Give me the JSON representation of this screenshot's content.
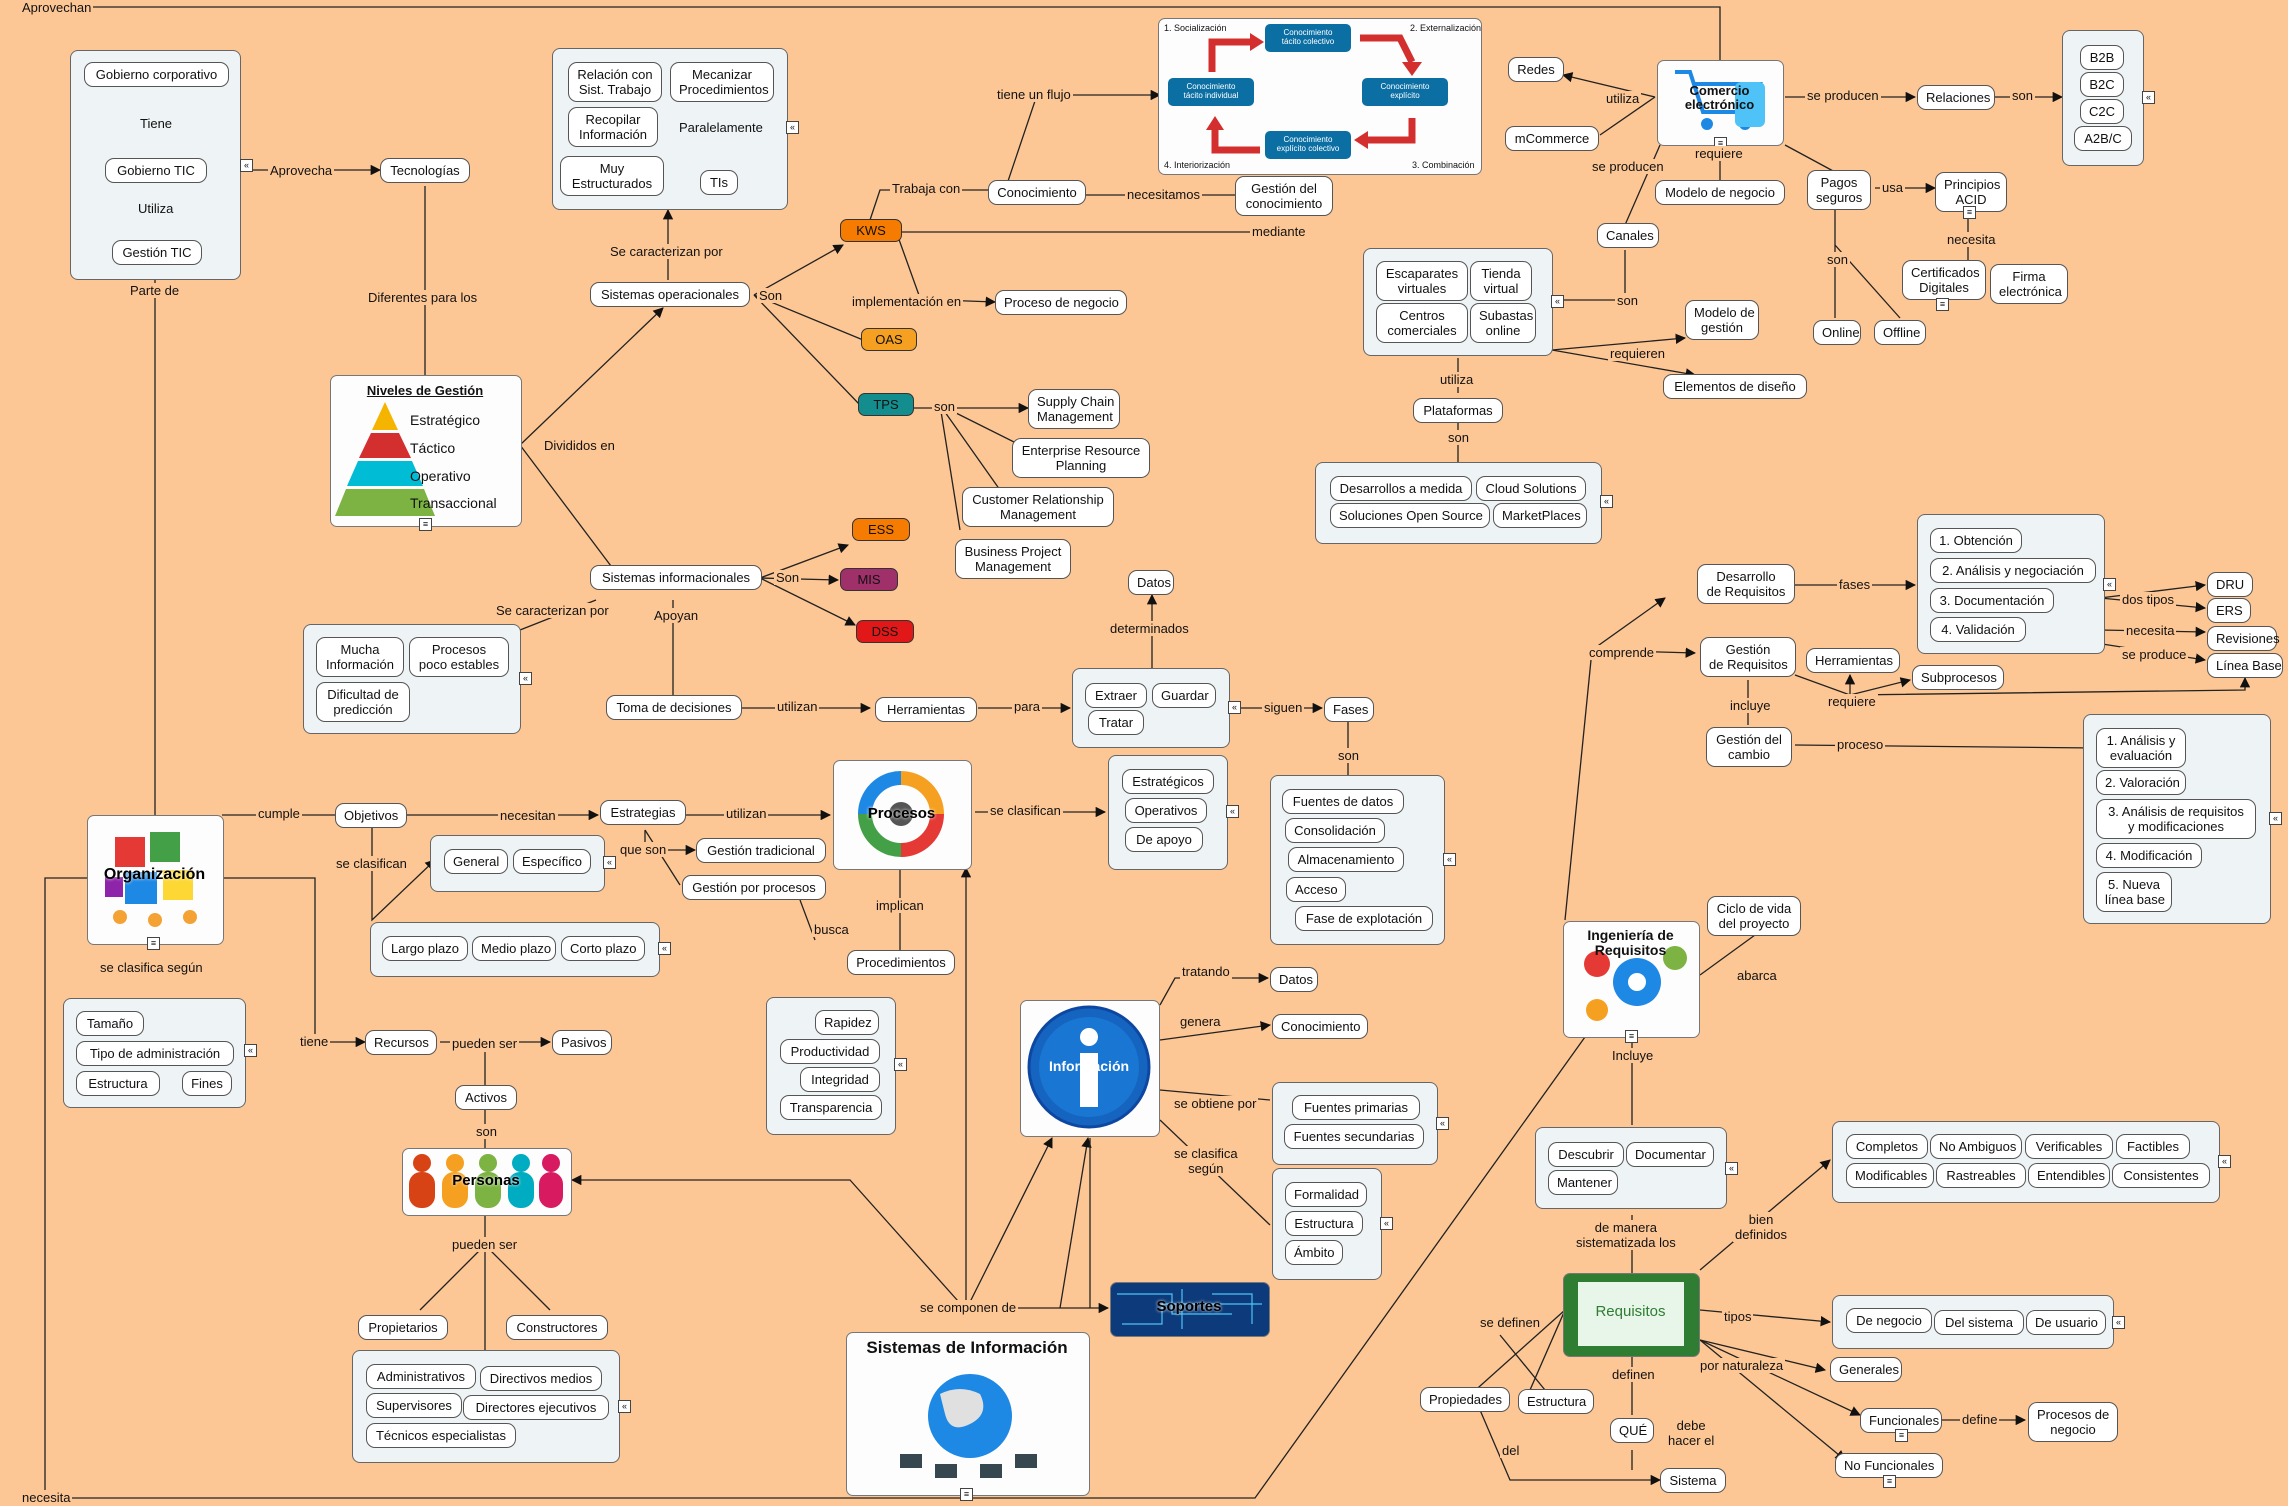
{
  "top": {
    "aprovechan": "Aprovechan",
    "necesita": "necesita"
  },
  "gobierno": {
    "corporativo": "Gobierno corporativo",
    "tiene": "Tiene",
    "tic": "Gobierno TIC",
    "utiliza": "Utiliza",
    "gestion_tic": "Gestión TIC",
    "parte_de": "Parte de",
    "aprovecha": "Aprovecha",
    "tecnologias": "Tecnologías",
    "diferentes": "Diferentes para los"
  },
  "niveles": {
    "title": "Niveles de Gestión",
    "estrategico": "Estratégico",
    "tactico": "Táctico",
    "operativo": "Operativo",
    "transaccional": "Transaccional",
    "divididos": "Divididos en"
  },
  "operacionales": {
    "label": "Sistemas operacionales",
    "caracterizan": "Se caracterizan por",
    "son": "Son",
    "items": [
      "Relación con\nSist. Trabajo",
      "Mecanizar\nProcedimientos",
      "Recopilar\nInformación",
      "Paralelamente",
      "Muy\nEstructurados",
      "TIs"
    ]
  },
  "kws": {
    "label": "KWS",
    "trabaja": "Trabaja con",
    "conocimiento": "Conocimiento",
    "flujo": "tiene un flujo",
    "necesitamos": "necesitamos",
    "gestion_con": "Gestión del\nconocimiento",
    "mediante": "mediante",
    "implementacion": "implementación en",
    "proceso_negocio": "Proceso de negocio"
  },
  "seci": {
    "s1": "1. Socialización",
    "s2": "2. Externalización",
    "s3": "3. Combinación",
    "s4": "4. Interiorización",
    "b1": "Conocimiento\ntácito colectivo",
    "b2": "Conocimiento\nexplícito",
    "b3": "Conocimiento\nexplícito colectivo",
    "b4": "Conocimiento\ntácito individual"
  },
  "oas": "OAS",
  "tps": {
    "label": "TPS",
    "son": "son",
    "items": [
      "Supply Chain\nManagement",
      "Enterprise Resource\nPlanning",
      "Customer Relationship\nManagement",
      "Business Project\nManagement"
    ]
  },
  "informacionales": {
    "label": "Sistemas informacionales",
    "son": "Son",
    "ess": "ESS",
    "mis": "MIS",
    "dss": "DSS",
    "caracterizan": "Se caracterizan por",
    "apoyan": "Apoyan",
    "items": [
      "Mucha\nInformación",
      "Procesos\npoco estables",
      "Dificultad de\npredicción"
    ]
  },
  "decisiones": {
    "label": "Toma de decisiones",
    "utilizan": "utilizan",
    "herramientas": "Herramientas",
    "para": "para",
    "datos": "Datos",
    "determinados": "determinados",
    "ops": [
      "Extraer",
      "Guardar",
      "Tratar"
    ],
    "siguen": "siguen",
    "fases": "Fases",
    "son": "son",
    "fases_items": [
      "Fuentes de datos",
      "Consolidación",
      "Almacenamiento",
      "Acceso",
      "Fase de explotación"
    ]
  },
  "organizacion": {
    "label": "Organización",
    "cumple": "cumple",
    "objetivos": "Objetivos",
    "necesitan": "necesitan",
    "estrategias": "Estrategias",
    "utilizan": "utilizan",
    "se_clasifican": "se clasifican",
    "obj_items": [
      "General",
      "Específico"
    ],
    "plazo": [
      "Largo plazo",
      "Medio plazo",
      "Corto plazo"
    ],
    "que_son": "que son",
    "gestion_trad": "Gestión tradicional",
    "gestion_proc": "Gestión por procesos",
    "clasifica_segun": "se clasifica según",
    "clasif": [
      "Tamaño",
      "Tipo de administración",
      "Estructura",
      "Fines"
    ],
    "tiene": "tiene",
    "recursos": "Recursos",
    "pueden_ser": "pueden ser",
    "pasivos": "Pasivos",
    "activos": "Activos",
    "son": "son"
  },
  "procesos": {
    "label": "Procesos",
    "se_clasifican": "se clasifican",
    "tipos": [
      "Estratégicos",
      "Operativos",
      "De apoyo"
    ],
    "implican": "implican",
    "procedimientos": "Procedimientos",
    "busca": "busca",
    "busca_items": [
      "Rapidez",
      "Productividad",
      "Integridad",
      "Transparencia"
    ]
  },
  "personas": {
    "label": "Personas",
    "pueden_ser": "pueden ser",
    "propietarios": "Propietarios",
    "constructores": "Constructores",
    "items": [
      "Administrativos",
      "Directivos medios",
      "Supervisores",
      "Directores ejecutivos",
      "Técnicos especialistas"
    ]
  },
  "info": {
    "label": "Información",
    "tratando": "tratando",
    "datos": "Datos",
    "genera": "genera",
    "conocimiento": "Conocimiento",
    "obtiene": "se obtiene por",
    "fuentes": [
      "Fuentes primarias",
      "Fuentes secundarias"
    ],
    "clasifica": "se clasifica\nsegún",
    "clasif": [
      "Formalidad",
      "Estructura",
      "Ámbito"
    ]
  },
  "si": {
    "title": "Sistemas de Información",
    "componen": "se componen de",
    "soportes": "Soportes"
  },
  "comercio": {
    "label": "Comercio\nelectrónico",
    "utiliza": "utiliza",
    "redes": "Redes",
    "mcommerce": "mCommerce",
    "producen": "se producen",
    "relaciones": "Relaciones",
    "son": "son",
    "tipos": [
      "B2B",
      "B2C",
      "C2C",
      "A2B/C"
    ],
    "requiere": "requiere",
    "modelo": "Modelo de negocio",
    "se_producen": "se producen",
    "canales": "Canales",
    "pagos": "Pagos\nseguros",
    "usa": "usa",
    "acid": "Principios\nACID",
    "necesita": "necesita",
    "certificados": "Certificados\nDigitales",
    "firma": "Firma\nelectrónica",
    "pagos_son": "son",
    "online": "Online",
    "offline": "Offline"
  },
  "canales": {
    "son": "son",
    "items": [
      "Escaparates\nvirtuales",
      "Tienda\nvirtual",
      "Centros\ncomerciales",
      "Subastas\nonline"
    ],
    "requieren": "requieren",
    "modelo_gestion": "Modelo de\ngestión",
    "elementos": "Elementos de diseño",
    "utiliza": "utiliza",
    "plataformas": "Plataformas",
    "plat_son": "son",
    "plat_items": [
      "Desarrollos a medida",
      "Cloud Solutions",
      "Soluciones Open Source",
      "MarketPlaces"
    ]
  },
  "requisitos": {
    "ing": "Ingeniería de\nRequisitos",
    "comprende": "comprende",
    "desarrollo": "Desarrollo\nde Requisitos",
    "fases": "fases",
    "fases_items": [
      "1. Obtención",
      "2. Análisis y negociación",
      "3. Documentación",
      "4. Validación"
    ],
    "dos_tipos": "dos tipos",
    "dru": "DRU",
    "ers": "ERS",
    "necesita": "necesita",
    "revisiones": "Revisiones",
    "se_produce": "se produce",
    "linea_base": "Línea Base",
    "gestion": "Gestión\nde Requisitos",
    "herramientas": "Herramientas",
    "requiere": "requiere",
    "subprocesos": "Subprocesos",
    "incluye": "incluye",
    "cambio": "Gestión del\ncambio",
    "proceso": "proceso",
    "cambio_items": [
      "1. Análisis y\nevaluación",
      "2. Valoración",
      "3. Análisis de requisitos\ny modificaciones",
      "4. Modificación",
      "5. Nueva\nlínea base"
    ],
    "ciclo": "Ciclo de vida\ndel proyecto",
    "abarca": "abarca",
    "incluye2": "Incluye",
    "act": [
      "Descubrir",
      "Documentar",
      "Mantener"
    ],
    "sistematizada": "de manera\nsistematizada los",
    "req": "Requisitos",
    "bien": "bien\ndefinidos",
    "calidades": [
      "Completos",
      "No Ambiguos",
      "Verificables",
      "Factibles",
      "Modificables",
      "Rastreables",
      "Entendibles",
      "Consistentes"
    ],
    "tipos": "tipos",
    "tipos_items": [
      "De negocio",
      "Del sistema",
      "De usuario"
    ],
    "naturaleza": "por naturaleza",
    "generales": "Generales",
    "funcionales": "Funcionales",
    "define": "define",
    "procesos_negocio": "Procesos de\nnegocio",
    "no_funcionales": "No Funcionales",
    "se_definen": "se definen",
    "propiedades": "Propiedades",
    "estructura": "Estructura",
    "del": "del",
    "definen": "definen",
    "que": "QUÉ",
    "debe": "debe\nhacer el",
    "sistema": "Sistema"
  }
}
